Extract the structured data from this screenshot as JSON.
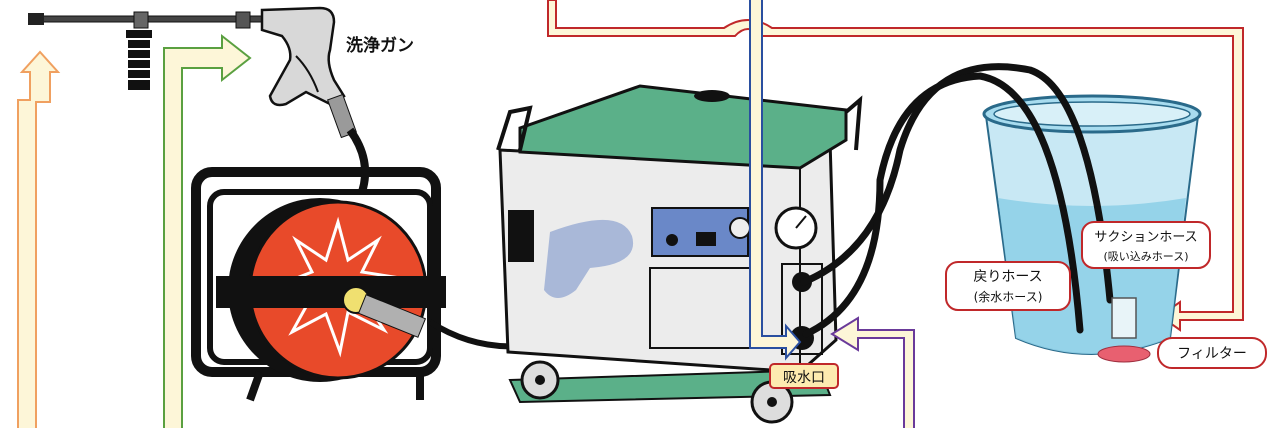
{
  "labels": {
    "gun": "洗浄ガン",
    "intake": "吸水口",
    "return_hose": "戻りホース",
    "return_hose_sub": "(余水ホース)",
    "suction_hose": "サクションホース",
    "suction_hose_sub": "(吸い込みホース)",
    "filter": "フィルター"
  },
  "colors": {
    "arrow_orange": "#f0a060",
    "arrow_green": "#5aa040",
    "arrow_blue": "#2a4fa0",
    "arrow_red": "#c0282a",
    "arrow_purple": "#6a3a9a",
    "arrow_fill": "#fdf6d8",
    "machine_green": "#5bb089",
    "reel_red": "#e84a2a",
    "bucket_blue": "#8fd0e8",
    "label_border": "#c0282a",
    "intake_fill": "#fdebb0"
  }
}
